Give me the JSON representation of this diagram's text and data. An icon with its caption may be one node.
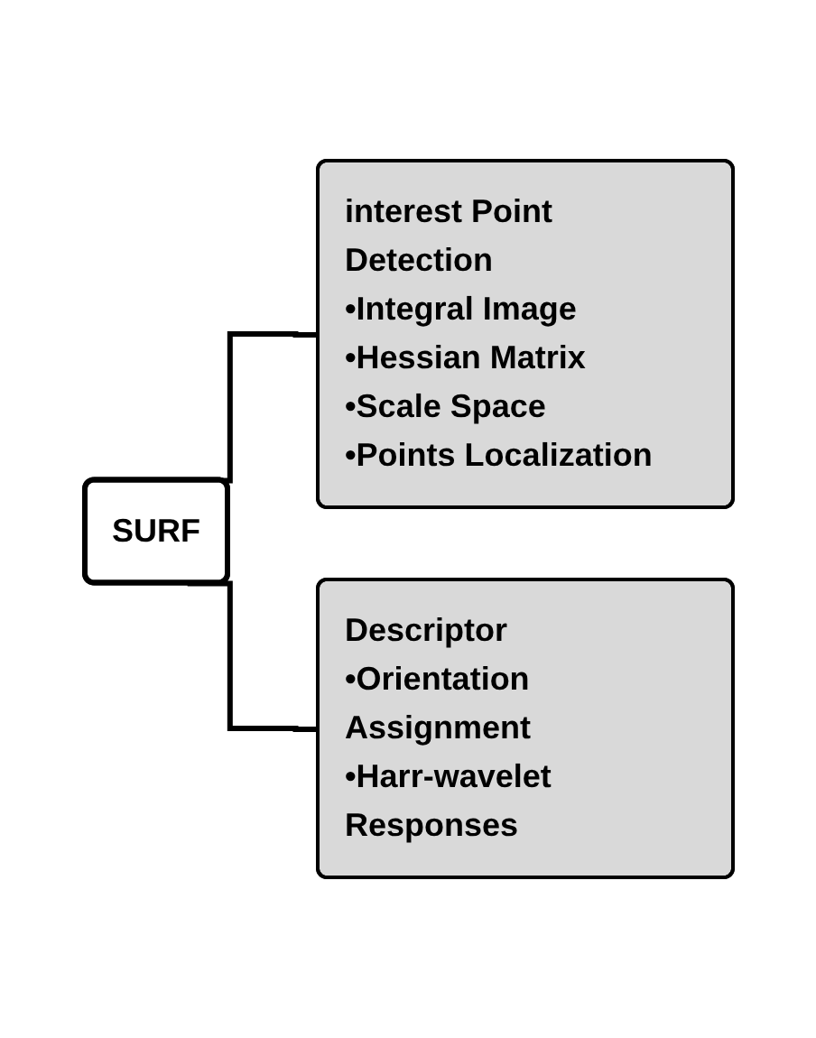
{
  "diagram": {
    "nodes": [
      {
        "text": [
          "SURF"
        ]
      },
      {
        "text": [
          "interest Point Detection",
          "•Integral Image",
          "•Hessian Matrix",
          "•Scale Space",
          "•Points Localization"
        ]
      },
      {
        "text": [
          "Descriptor",
          "•Orientation Assignment",
          "•Harr-wavelet Responses"
        ]
      }
    ],
    "edges": [
      {
        "from": 0,
        "to": 1,
        "arrow": "none"
      },
      {
        "from": 0,
        "to": 2,
        "arrow": "none"
      }
    ]
  }
}
